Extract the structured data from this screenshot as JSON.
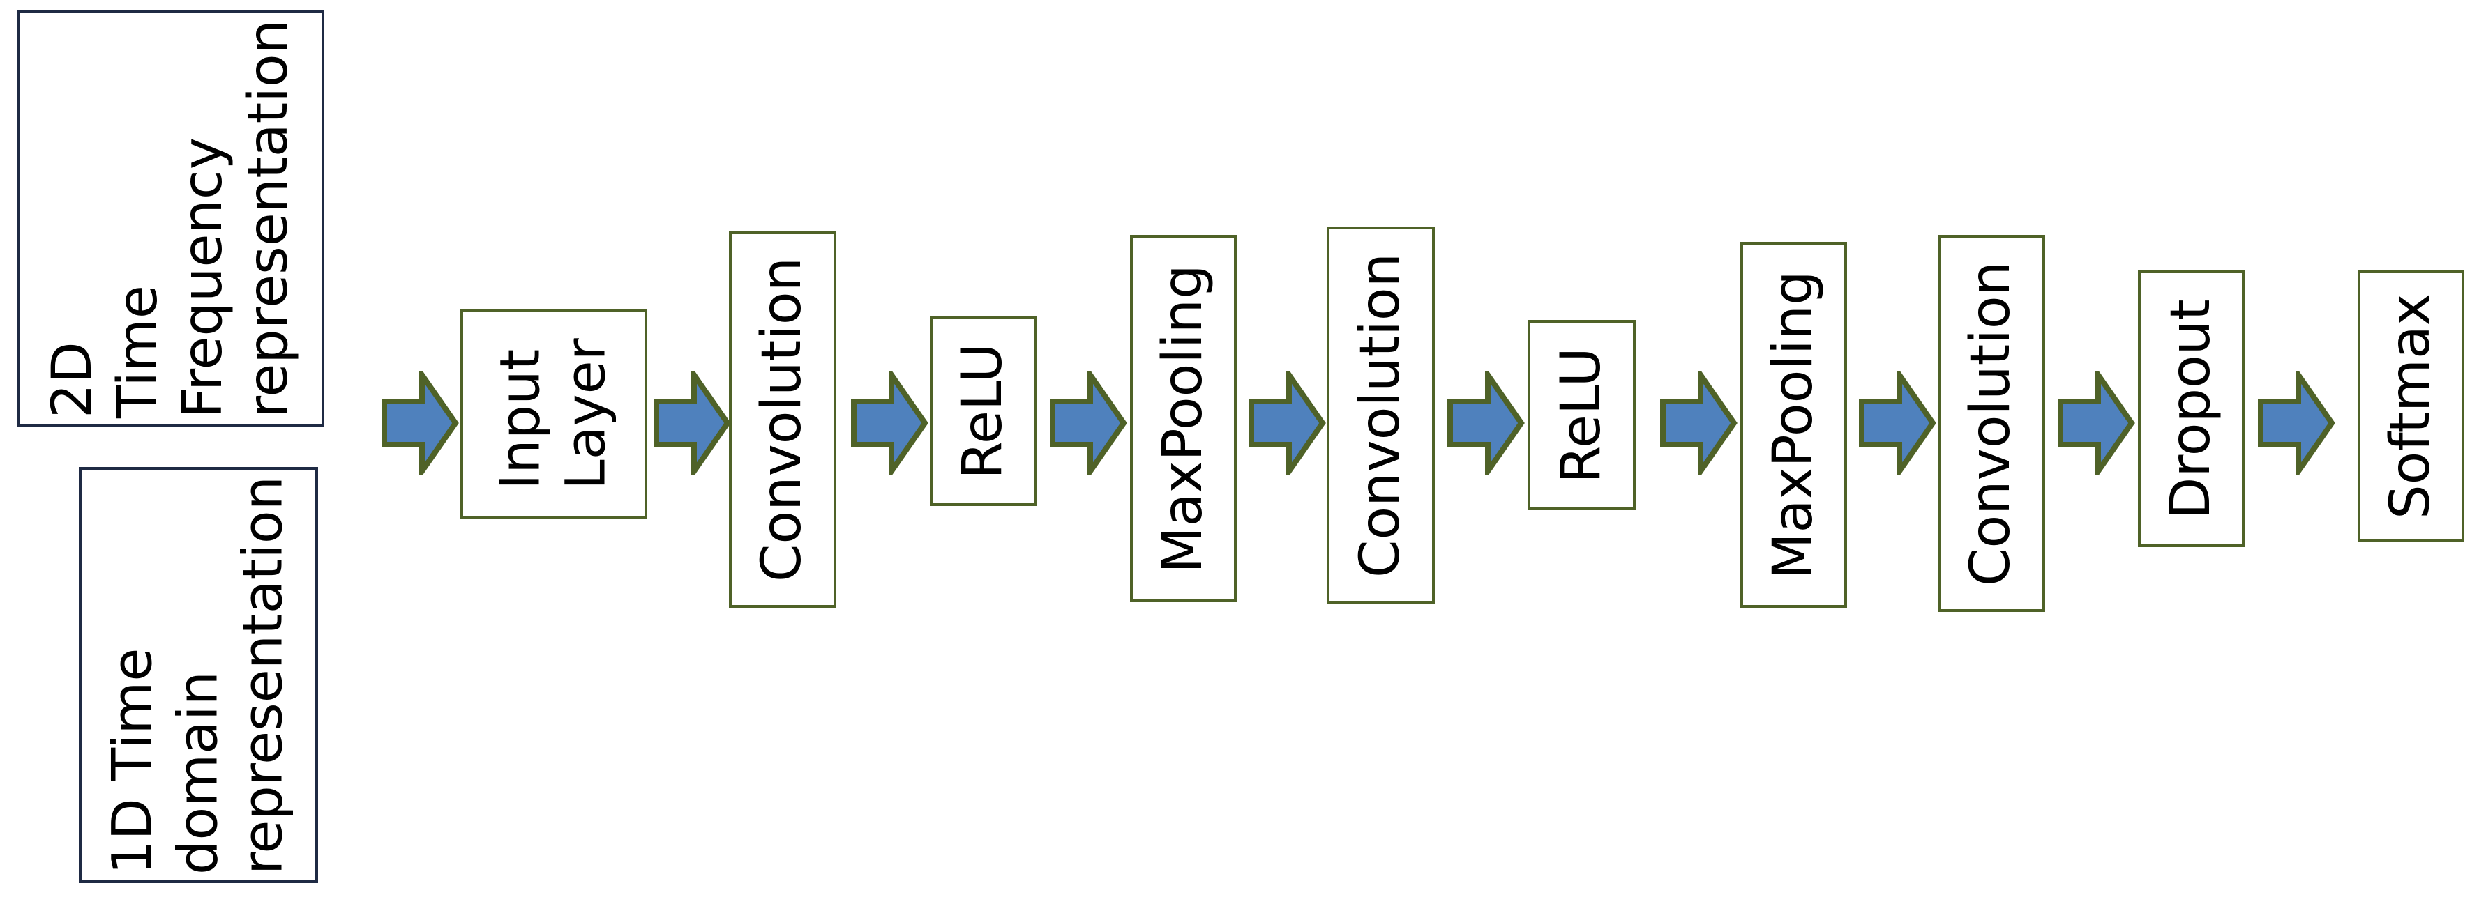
{
  "inputs": [
    {
      "id": "tf",
      "text": "2D\nTime\nFrequency\nrepresentation"
    },
    {
      "id": "td",
      "text": "1D Time\ndomain\nrepresentation"
    }
  ],
  "layers": [
    {
      "name": "input-layer",
      "text": "Input\nLayer"
    },
    {
      "name": "convolution-1",
      "text": "Convolution"
    },
    {
      "name": "relu-1",
      "text": "ReLU"
    },
    {
      "name": "maxpooling-1",
      "text": "MaxPooling"
    },
    {
      "name": "convolution-2",
      "text": "Convolution"
    },
    {
      "name": "relu-2",
      "text": "ReLU"
    },
    {
      "name": "maxpooling-2",
      "text": "MaxPooling"
    },
    {
      "name": "convolution-3",
      "text": "Convolution"
    },
    {
      "name": "dropout",
      "text": "Dropout"
    },
    {
      "name": "softmax",
      "text": "Softmax"
    }
  ],
  "colors": {
    "arrow_fill": "#4f81bd",
    "arrow_stroke": "#4f6228",
    "box_border": "#4f6228",
    "input_box_border": "#1f2a44"
  }
}
